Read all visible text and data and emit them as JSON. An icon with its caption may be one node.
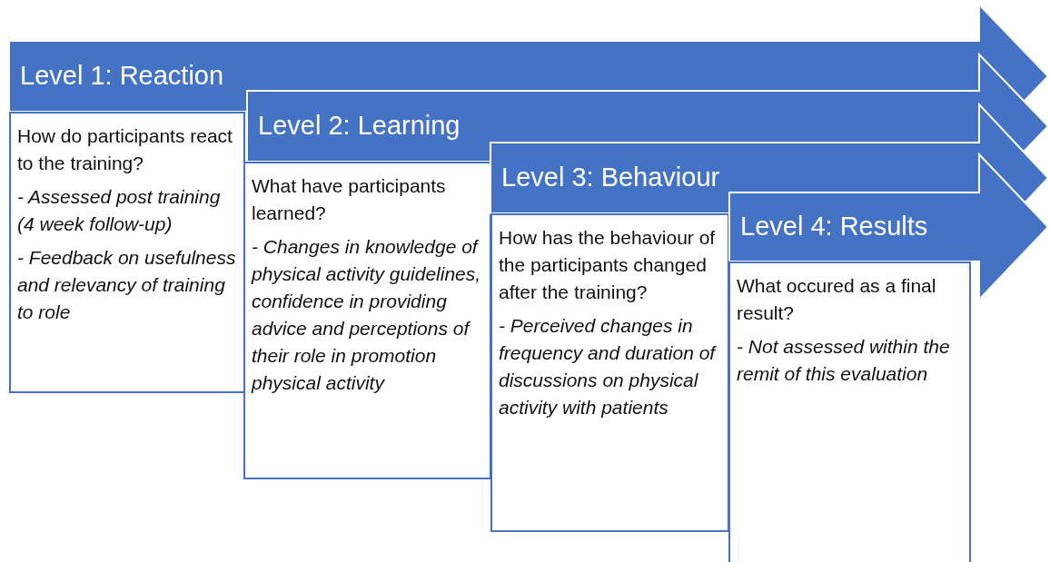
{
  "diagram": {
    "nodes": [
      {
        "text": [
          "Level 1: Reaction"
        ]
      },
      {
        "text": [
          "How do participants react to the training?",
          "- Assessed post training (4 week follow-up)",
          "- Feedback on usefulness and relevancy of training to role"
        ]
      },
      {
        "text": [
          "Level 2: Learning"
        ]
      },
      {
        "text": [
          "What have participants learned?",
          "- Changes in knowledge of physical activity guidelines, confidence in providing advice and perceptions of their role in promotion physical activity"
        ]
      },
      {
        "text": [
          "Level 3: Behaviour"
        ]
      },
      {
        "text": [
          "How has the behaviour of the participants changed after the training?",
          "- Perceived changes in frequency and duration of discussions on physical activity with patients"
        ]
      },
      {
        "text": [
          "Level 4: Results"
        ]
      },
      {
        "text": [
          "What occured as a final result?",
          "- Not assessed within the remit of this evaluation"
        ]
      }
    ]
  }
}
